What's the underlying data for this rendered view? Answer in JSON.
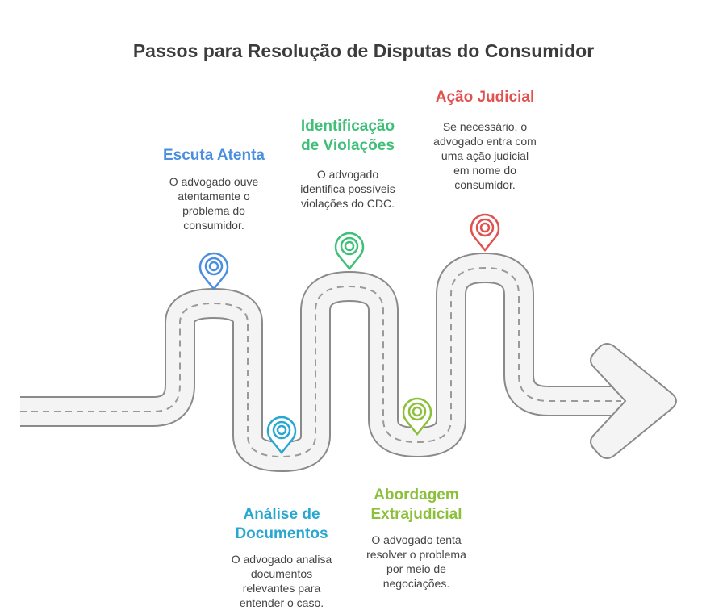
{
  "title": "Passos para Resolução de Disputas do Consumidor",
  "colors": {
    "road_fill": "#f4f4f4",
    "road_edge": "#8a8a8a",
    "road_dash": "#9a9a9a",
    "blue": "#4a8fdf",
    "cyan": "#2aa7d1",
    "green": "#3fbf78",
    "lime": "#8cbf3a",
    "red": "#e0514f"
  },
  "steps": [
    {
      "title_line1": "Escuta Atenta",
      "title_line2": "",
      "desc": [
        "O advogado ouve",
        "atentamente o",
        "problema do",
        "consumidor."
      ],
      "marker_icon": "location-pin-icon"
    },
    {
      "title_line1": "Análise de",
      "title_line2": "Documentos",
      "desc": [
        "O advogado analisa",
        "documentos",
        "relevantes para",
        "entender o caso."
      ],
      "marker_icon": "location-pin-icon"
    },
    {
      "title_line1": "Identificação",
      "title_line2": "de Violações",
      "desc": [
        "O advogado",
        "identifica possíveis",
        "violações do CDC."
      ],
      "marker_icon": "location-pin-icon"
    },
    {
      "title_line1": "Abordagem",
      "title_line2": "Extrajudicial",
      "desc": [
        "O advogado tenta",
        "resolver o problema",
        "por meio de",
        "negociações."
      ],
      "marker_icon": "location-pin-icon"
    },
    {
      "title_line1": "Ação Judicial",
      "title_line2": "",
      "desc": [
        "Se necessário, o",
        "advogado entra com",
        "uma ação judicial",
        "em nome do",
        "consumidor."
      ],
      "marker_icon": "location-pin-icon"
    }
  ]
}
